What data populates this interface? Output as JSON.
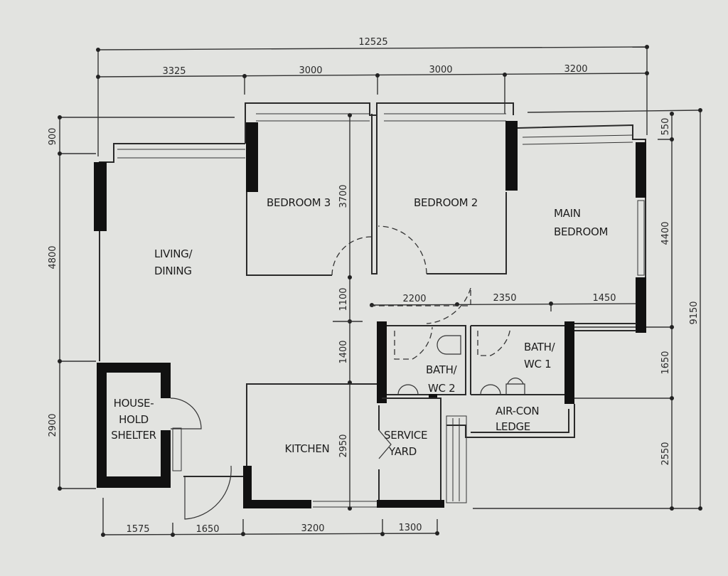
{
  "plan": {
    "rooms": {
      "living": [
        "LIVING/",
        "DINING"
      ],
      "bedroom3": "BEDROOM 3",
      "bedroom2": "BEDROOM 2",
      "main_bedroom": [
        "MAIN",
        "BEDROOM"
      ],
      "bath2": [
        "BATH/",
        "WC 2"
      ],
      "bath1": [
        "BATH/",
        "WC 1"
      ],
      "aircon": [
        "AIR-CON",
        "LEDGE"
      ],
      "service": [
        "SERVICE",
        "YARD"
      ],
      "kitchen": "KITCHEN",
      "shelter": [
        "HOUSE-",
        "HOLD",
        "SHELTER"
      ]
    },
    "dimensions": {
      "overall_width": "12525",
      "top": [
        "3325",
        "3000",
        "3000",
        "3200"
      ],
      "left": [
        "900",
        "4800",
        "2900"
      ],
      "inner_vertical": [
        "3700",
        "1100",
        "1400",
        "2950"
      ],
      "corridor": [
        "2200",
        "2350",
        "1450"
      ],
      "right": [
        "550",
        "4400",
        "1650",
        "2550"
      ],
      "overall_depth": "9150",
      "bottom": [
        "1575",
        "1650",
        "3200",
        "1300"
      ]
    }
  }
}
